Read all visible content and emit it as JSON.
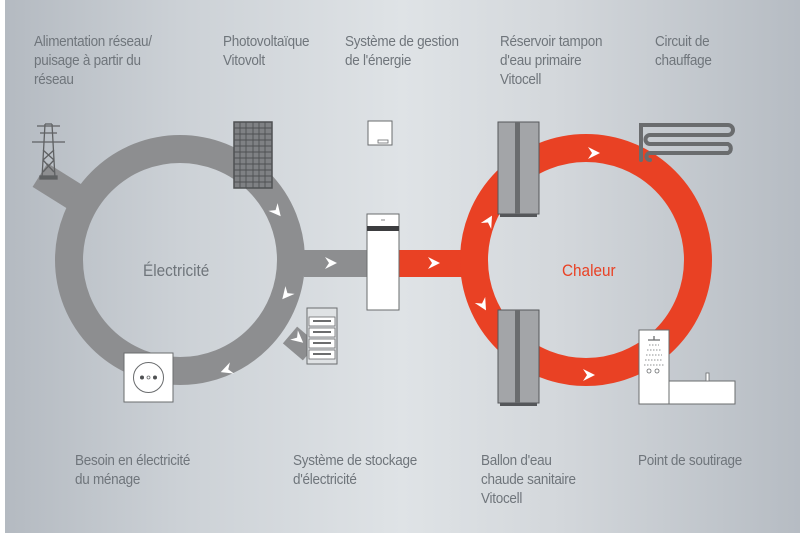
{
  "labels": {
    "grid_supply": [
      "Alimentation réseau/",
      "puisage à partir du",
      "réseau"
    ],
    "photovoltaic": [
      "Photovoltaïque",
      "Vitovolt"
    ],
    "energy_management": [
      "Système de gestion",
      "de l'énergie"
    ],
    "buffer_tank": [
      "Réservoir tampon",
      "d'eau primaire",
      "Vitocell"
    ],
    "heating_circuit": [
      "Circuit de",
      "chauffage"
    ],
    "household_demand": [
      "Besoin en électricité",
      "du ménage"
    ],
    "storage_system": [
      "Système de stockage",
      "d'électricité"
    ],
    "dhw_cylinder": [
      "Ballon d'eau",
      "chaude sanitaire",
      "Vitocell"
    ],
    "draw_off_point": [
      "Point de soutirage"
    ]
  },
  "electricity_loop": {
    "label": "Électricité",
    "color": "#8d8e90",
    "text_color": "#6f757b"
  },
  "heat_loop": {
    "label": "Chaleur",
    "color": "#e94124",
    "text_color": "#e94124"
  },
  "arrow_color": "#ffffff",
  "icons": [
    "power-pylon-icon",
    "solar-panel-icon",
    "energy-manager-icon",
    "heat-pump-icon",
    "battery-storage-icon",
    "power-socket-icon",
    "buffer-tank-icon",
    "dhw-cylinder-icon",
    "underfloor-heating-icon",
    "shower-bath-icon"
  ]
}
